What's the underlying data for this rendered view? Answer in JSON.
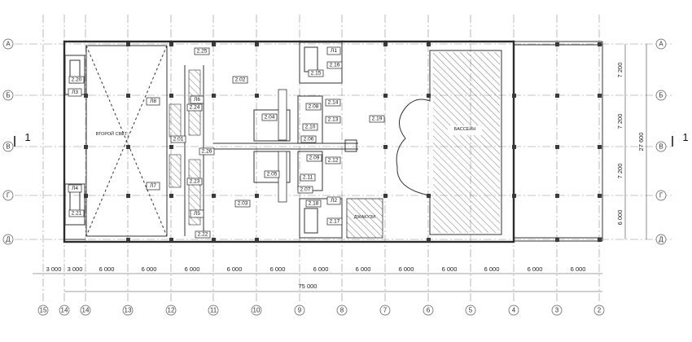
{
  "row_axes": [
    "А",
    "Б",
    "В",
    "Г",
    "Д"
  ],
  "col_axes": [
    "15",
    "14",
    "14",
    "13",
    "12",
    "11",
    "10",
    "9",
    "8",
    "7",
    "6",
    "5",
    "4",
    "3",
    "2"
  ],
  "bottom_dims": [
    "3 000",
    "3 000",
    "6 000",
    "6 000",
    "6 000",
    "6 000",
    "6 000",
    "6 000",
    "6 000",
    "6 000",
    "6 000",
    "6 000",
    "6 000",
    "6 000"
  ],
  "total_dim": "75 000",
  "right_dims": [
    "7 200",
    "7 200",
    "7 200",
    "6 000"
  ],
  "right_total": "27 600",
  "section_mark": "1",
  "rooms": [
    "2.25",
    "2.02",
    "2.20",
    "2.24",
    "2.01",
    "2.26",
    "2.23",
    "2.22",
    "2.03",
    "2.21",
    "2.04",
    "2.05",
    "2.06",
    "2.07",
    "2.08",
    "2.09",
    "2.10",
    "2.11",
    "2.12",
    "2.13",
    "2.14",
    "2.15",
    "2.16",
    "2.17",
    "2.18",
    "2.19"
  ],
  "stairs": [
    "Л1",
    "Л2",
    "Л3",
    "Л4",
    "Л5",
    "Л6",
    "Л7",
    "Л8"
  ],
  "notes": {
    "void": "ВТОРОЙ СВЕТ",
    "pool": "БАССЕЙН",
    "deck": "ДЖАКУЗИ"
  }
}
